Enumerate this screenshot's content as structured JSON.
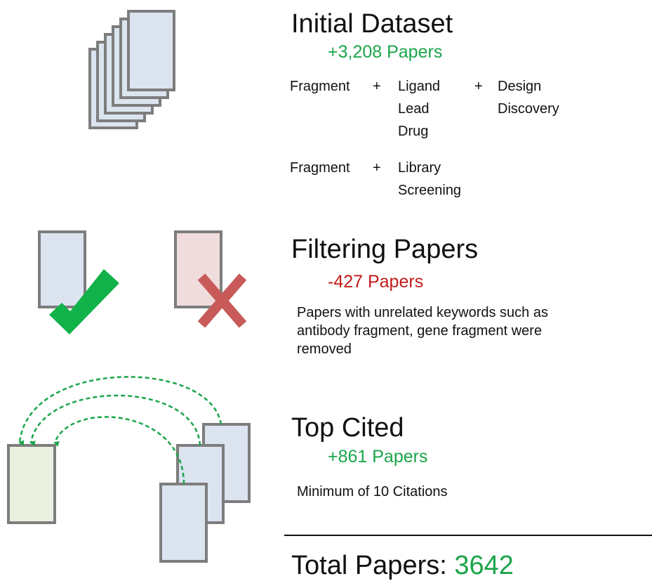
{
  "sections": {
    "initial": {
      "title": "Initial Dataset",
      "delta": "+3,208 Papers",
      "query1": {
        "term": "Fragment",
        "plus1": "+",
        "col2": [
          "Ligand",
          "Lead",
          "Drug"
        ],
        "plus2": "+",
        "col3": [
          "Design",
          "Discovery"
        ]
      },
      "query2": {
        "term": "Fragment",
        "plus1": "+",
        "col2": [
          "Library",
          "Screening"
        ]
      }
    },
    "filtering": {
      "title": "Filtering Papers",
      "delta": "-427 Papers",
      "description": "Papers with unrelated keywords such as antibody fragment, gene fragment were removed"
    },
    "topcited": {
      "title": "Top Cited",
      "delta": "+861 Papers",
      "description": "Minimum of 10 Citations"
    }
  },
  "total": {
    "label": "Total Papers:",
    "value": "3642"
  },
  "icons": {
    "stack": "paper-stack-icon",
    "accepted": "accepted-paper-icon",
    "rejected": "rejected-paper-icon",
    "citation": "citation-diagram-icon"
  },
  "colors": {
    "green": "#1aa54a",
    "red": "#c21a1a",
    "paper_blue": "#dce4f0",
    "paper_pink": "#f0dcdc",
    "paper_olive": "#eaf0e0",
    "paper_border": "#7d7d7d",
    "check": "#12b24a",
    "cross": "#c85a5a",
    "arrow": "#1aa54a"
  }
}
